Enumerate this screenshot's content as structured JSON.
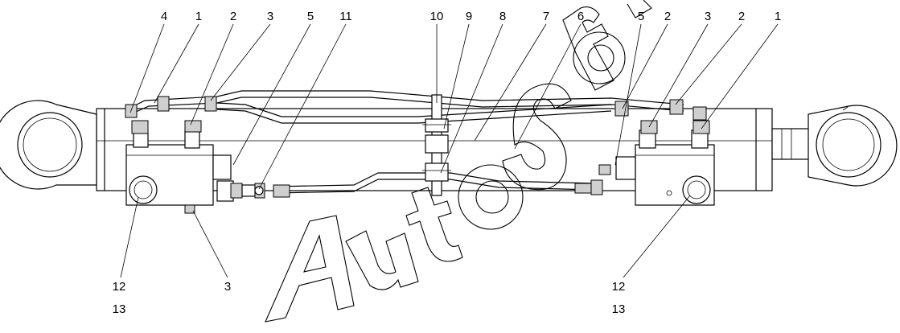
{
  "diagram": {
    "top_labels": [
      "4",
      "1",
      "2",
      "3",
      "5",
      "11",
      "10",
      "9",
      "8",
      "7",
      "6",
      "5",
      "2",
      "3",
      "2",
      "1"
    ],
    "bottom_left_labels": [
      "12",
      "13",
      "3"
    ],
    "bottom_right_labels": [
      "12",
      "13"
    ],
    "watermark": "AutoSoft"
  }
}
